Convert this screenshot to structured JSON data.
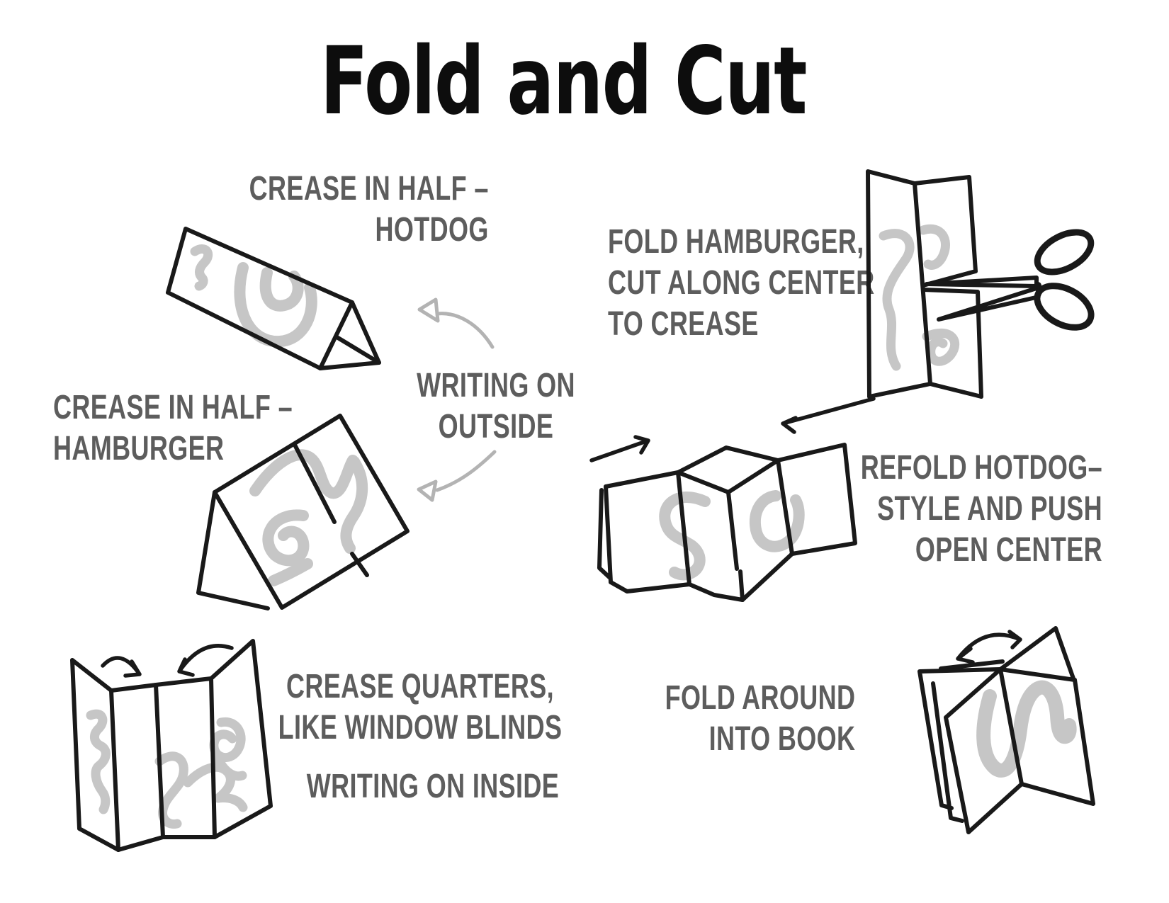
{
  "title": "Fold and Cut",
  "colors": {
    "background": "#ffffff",
    "title_ink": "#0d0d0d",
    "label_ink": "#5d5d5d",
    "line_ink": "#191919",
    "writing_gray": "#c6c6c6",
    "arrow_gray": "#b3b3b3"
  },
  "labels": {
    "crease_in_half_hotdog": "CREASE IN HALF –\nHOTDOG",
    "writing_on_outside": "WRITING ON\nOUTSIDE",
    "crease_in_half_hamburger": "CREASE IN HALF –\nHAMBURGER",
    "fold_hamburger_cut": "FOLD HAMBURGER,\nCUT ALONG CENTER\nTO CREASE",
    "refold_hotdog_style": "REFOLD HOTDOG–\nSTYLE AND PUSH\nOPEN CENTER",
    "crease_quarters": "CREASE QUARTERS,\nLIKE WINDOW BLINDS",
    "writing_on_inside": "WRITING ON INSIDE",
    "fold_around_into_book": "FOLD AROUND\nINTO BOOK"
  }
}
